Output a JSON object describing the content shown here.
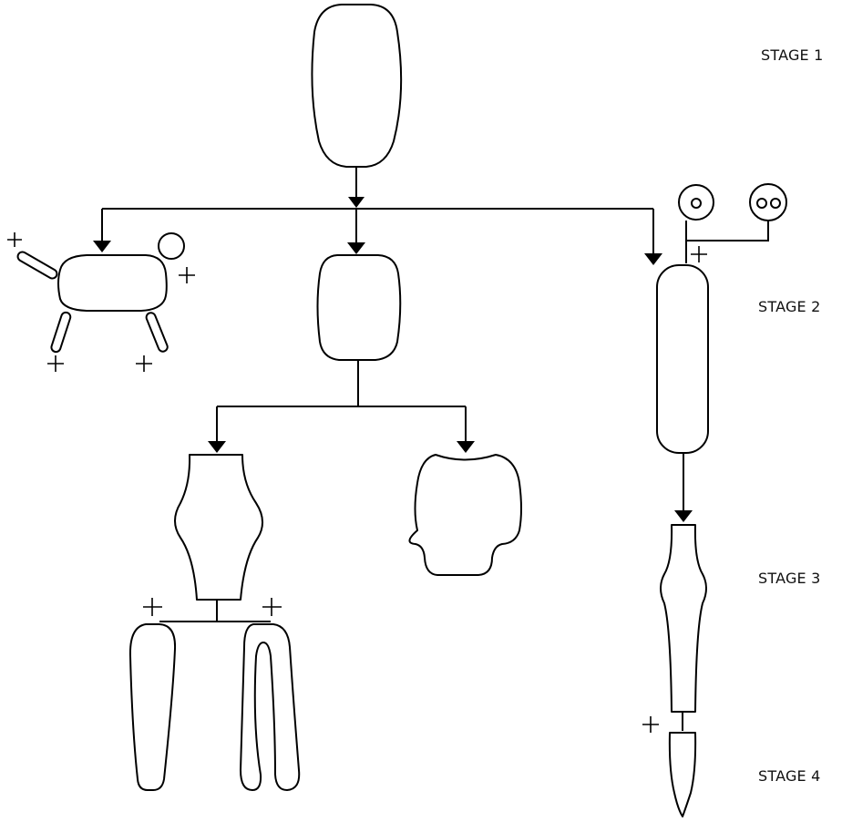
{
  "stages": [
    {
      "label": "STAGE 1"
    },
    {
      "label": "STAGE 2"
    },
    {
      "label": "STAGE 3"
    },
    {
      "label": "STAGE 4"
    }
  ],
  "colors": {
    "line": "#000000",
    "background": "#ffffff"
  }
}
